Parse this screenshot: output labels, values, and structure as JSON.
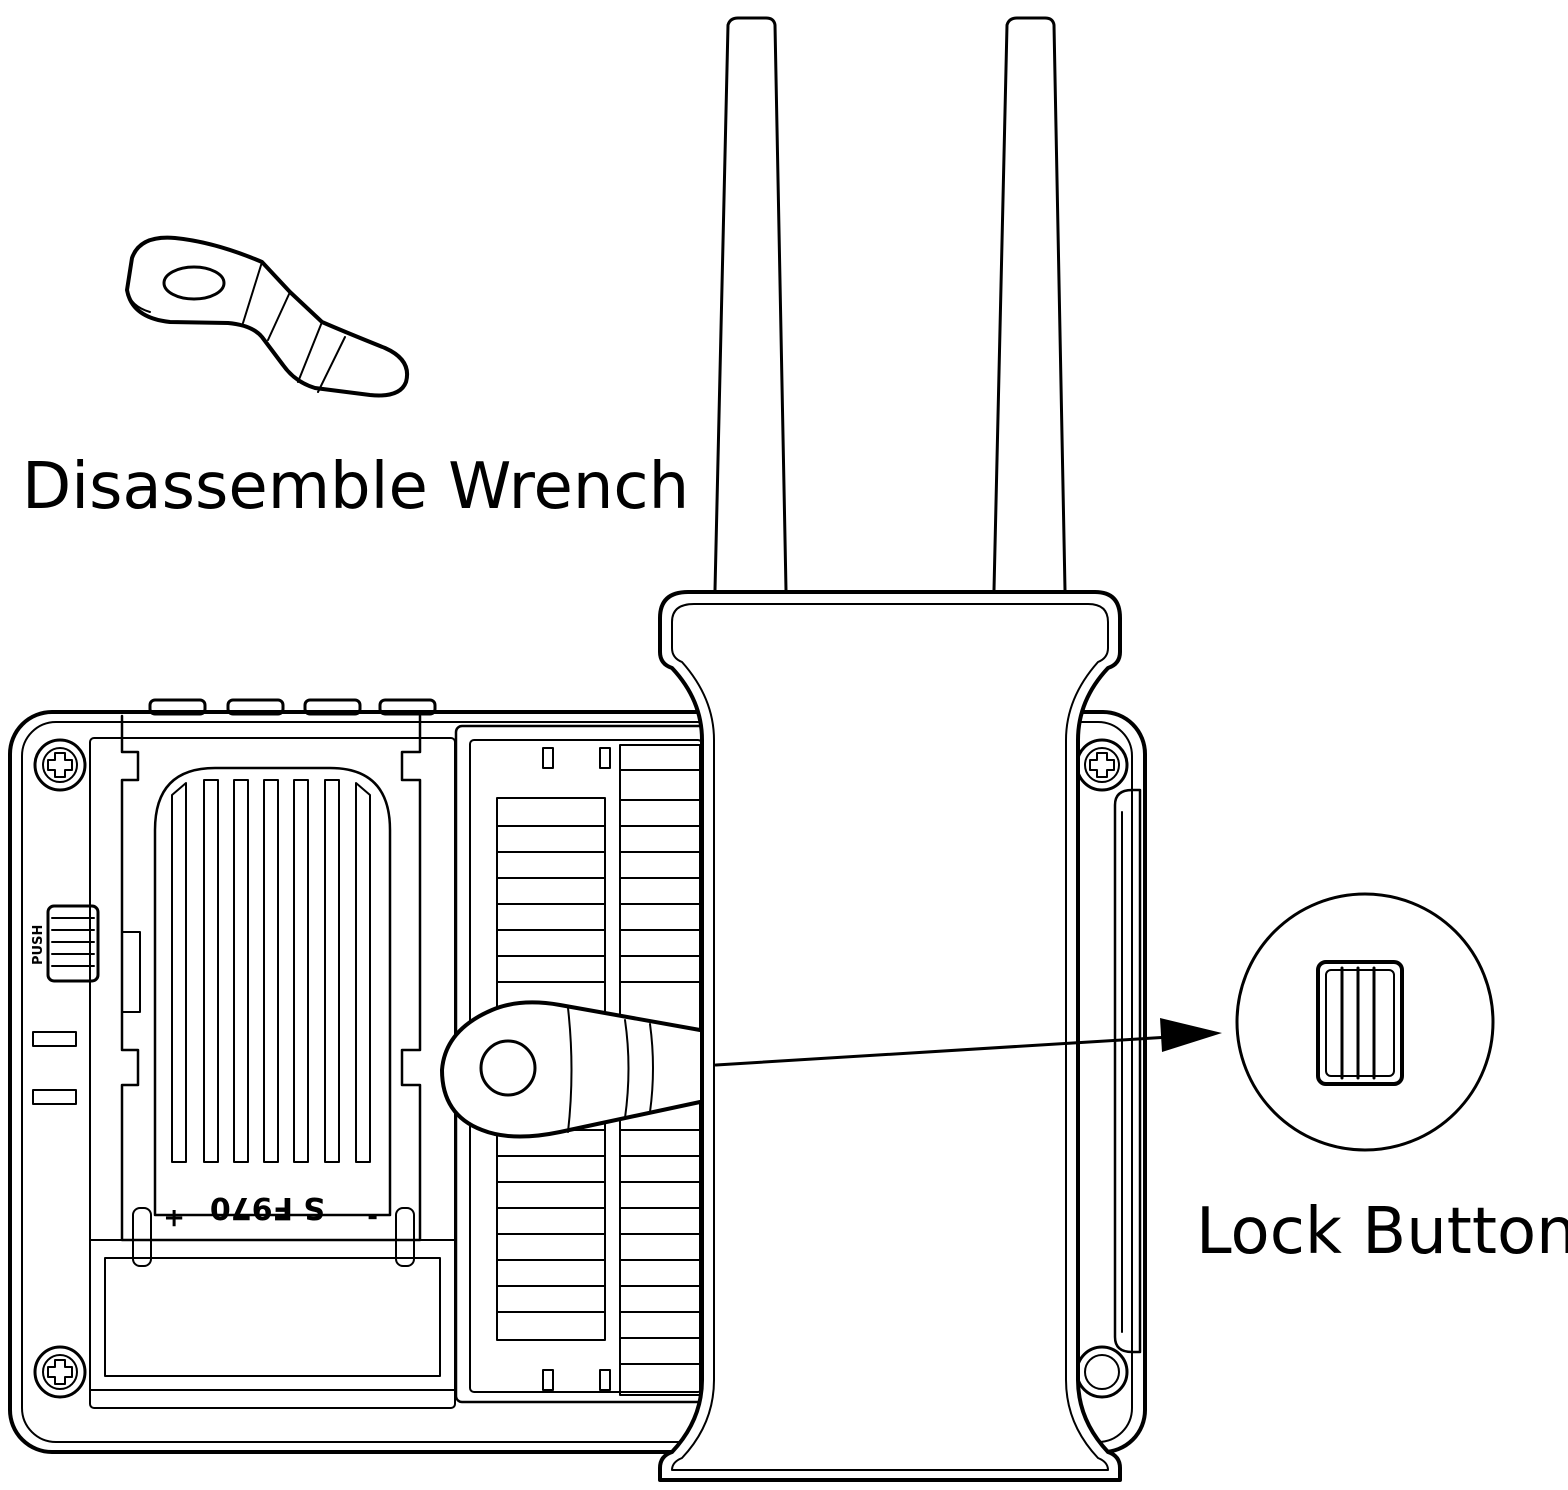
{
  "labels": {
    "wrench": "Disassemble Wrench",
    "lock": "Lock Button",
    "push": "PUSH",
    "battery_model": "S F970",
    "plus": "+",
    "minus": "-"
  },
  "colors": {
    "line": "#000000",
    "background": "#ffffff"
  }
}
